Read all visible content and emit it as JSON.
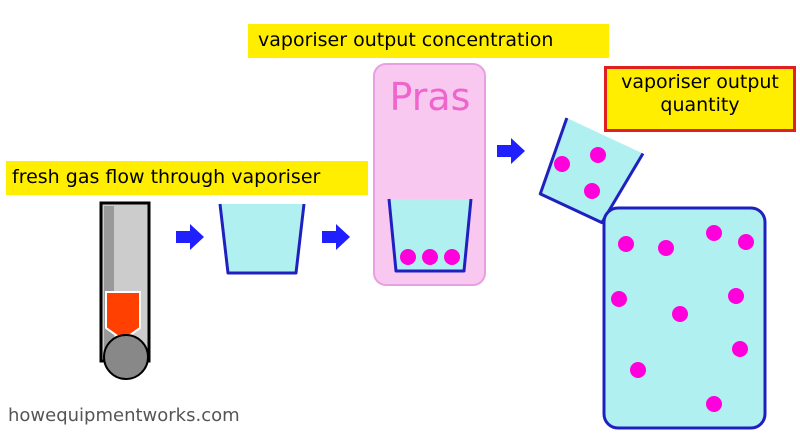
{
  "labels": {
    "concentration": "vaporiser output concentration",
    "fresh_gas": "fresh gas flow through vaporiser",
    "quantity_line1": "vaporiser output",
    "quantity_line2": "quantity",
    "vapour_name": "Pras",
    "website": "howequipmentworks.com"
  },
  "colors": {
    "label_bg": "#ffee00",
    "highlight_border": "#e02020",
    "liquid": "#b0f0f0",
    "container_outline": "#2020c0",
    "dots": "#ff00dd",
    "arrows": "#2020ff",
    "chamber_fill": "#f8c8f0",
    "chamber_border": "#e8a0e0",
    "flowmeter_bobbin": "#ff4000"
  }
}
